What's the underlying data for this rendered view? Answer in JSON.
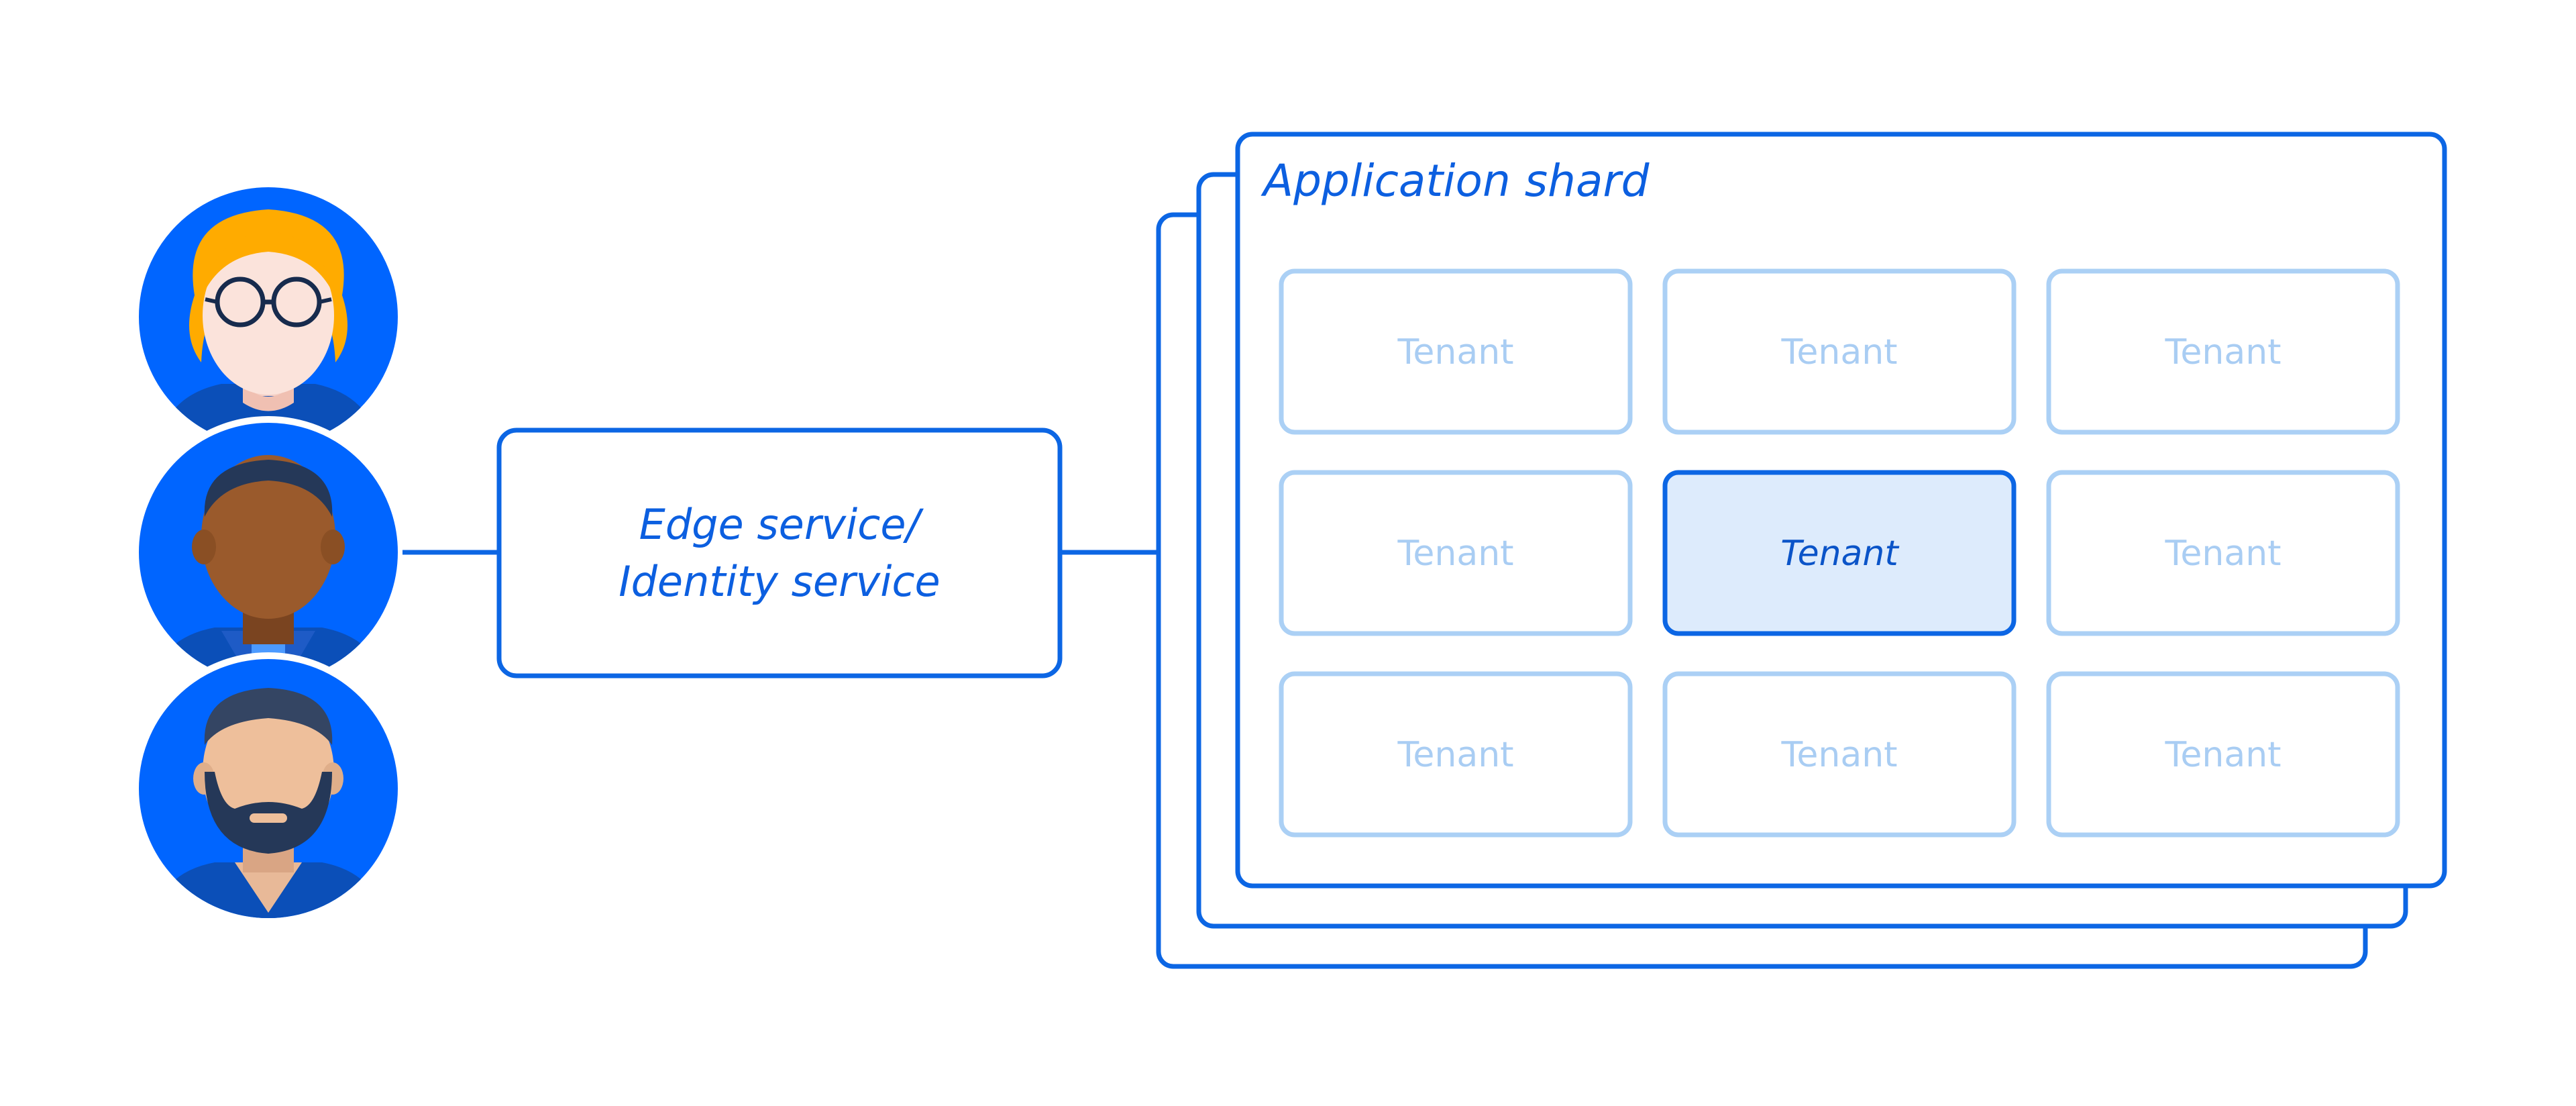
{
  "edge_service": {
    "line1": "Edge service/",
    "line2": "Identity service"
  },
  "application_shard": {
    "title": "Application shard",
    "tenants": [
      {
        "label": "Tenant",
        "highlighted": false
      },
      {
        "label": "Tenant",
        "highlighted": false
      },
      {
        "label": "Tenant",
        "highlighted": false
      },
      {
        "label": "Tenant",
        "highlighted": false
      },
      {
        "label": "Tenant",
        "highlighted": true
      },
      {
        "label": "Tenant",
        "highlighted": false
      },
      {
        "label": "Tenant",
        "highlighted": false
      },
      {
        "label": "Tenant",
        "highlighted": false
      },
      {
        "label": "Tenant",
        "highlighted": false
      }
    ]
  },
  "users": [
    {
      "name": "user-woman-glasses-icon"
    },
    {
      "name": "user-man-dark-skin-icon"
    },
    {
      "name": "user-man-beard-icon"
    }
  ],
  "colors": {
    "primary": "#0C66E4",
    "text_blue": "#0C5FE0",
    "tenant_border": "#ABD0F5",
    "tenant_text": "#A9CDF3",
    "tenant_highlight_fill": "#DDEBFC",
    "avatar_bg": "#0065FF"
  }
}
